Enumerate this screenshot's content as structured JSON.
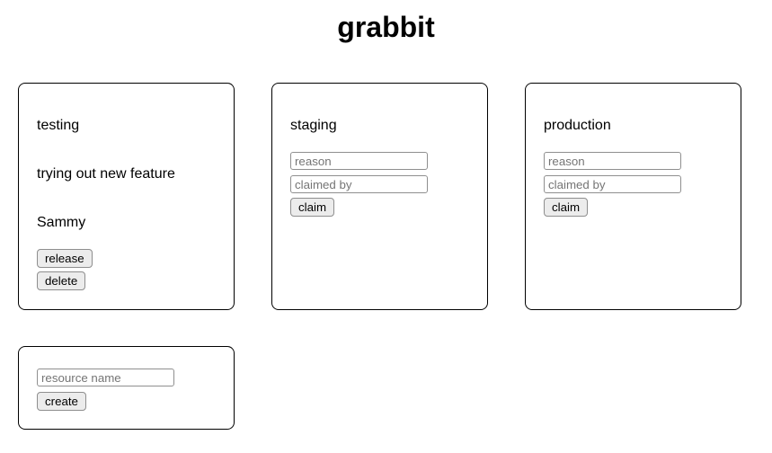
{
  "app": {
    "title": "grabbit"
  },
  "resources": [
    {
      "name": "testing",
      "claimed": true,
      "reason": "trying out new feature",
      "claimed_by": "Sammy",
      "release_label": "release",
      "delete_label": "delete"
    },
    {
      "name": "staging",
      "claimed": false,
      "reason_placeholder": "reason",
      "claimed_by_placeholder": "claimed by",
      "claim_label": "claim"
    },
    {
      "name": "production",
      "claimed": false,
      "reason_placeholder": "reason",
      "claimed_by_placeholder": "claimed by",
      "claim_label": "claim"
    }
  ],
  "create_form": {
    "resource_name_placeholder": "resource name",
    "create_label": "create"
  },
  "colors": {
    "text": "#000000",
    "card_border": "#000000",
    "button_background": "#ececec",
    "button_border": "#8e8e8e",
    "input_border": "#8f8f8f",
    "placeholder_text": "#757575"
  }
}
